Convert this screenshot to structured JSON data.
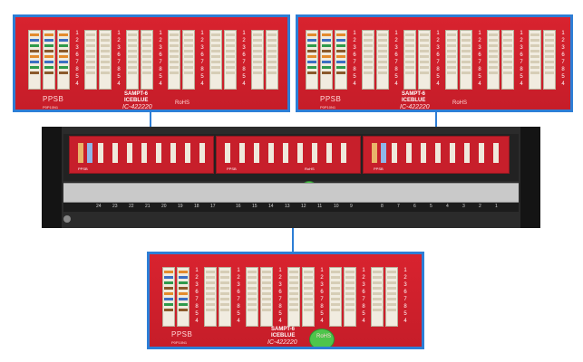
{
  "zoom_top_left": {
    "brand": "PPSB",
    "part": "P0P10N1",
    "logo_line1": "SAMPT-6",
    "logo_line2": "ICEBLUE",
    "code": "IC-422220",
    "rohs": "RoHS",
    "numbers": [
      "1",
      "2",
      "3",
      "6",
      "7",
      "8",
      "5",
      "4"
    ]
  },
  "zoom_top_right": {
    "brand": "PPSB",
    "part": "P0P10N1",
    "logo_line1": "SAMPT-6",
    "logo_line2": "ICEBLUE",
    "code": "IC-422220",
    "rohs": "RoHS",
    "numbers": [
      "1",
      "2",
      "3",
      "6",
      "7",
      "8",
      "5",
      "4"
    ]
  },
  "zoom_bottom": {
    "brand": "PPSB",
    "part": "P0P10N1",
    "logo_line1": "SAMPT-6",
    "logo_line2": "ICEBLUE",
    "code": "IC-422220",
    "rohs": "RoHS",
    "numbers": [
      "1",
      "2",
      "3",
      "6",
      "7",
      "8",
      "5",
      "4"
    ]
  },
  "panel": {
    "port_numbers_left": [
      "24",
      "23",
      "22",
      "21",
      "20",
      "19",
      "18",
      "17"
    ],
    "port_numbers_mid": [
      "16",
      "15",
      "14",
      "13",
      "12",
      "11",
      "10",
      "9"
    ],
    "port_numbers_right": [
      "8",
      "7",
      "6",
      "5",
      "4",
      "3",
      "2",
      "1"
    ],
    "module_brand": "PPSB",
    "module_rohs": "RoHS"
  },
  "colors": {
    "callout_border": "#2d7ed6",
    "board_red": "#c81e2b",
    "sticker_green": "#4ec54b"
  }
}
